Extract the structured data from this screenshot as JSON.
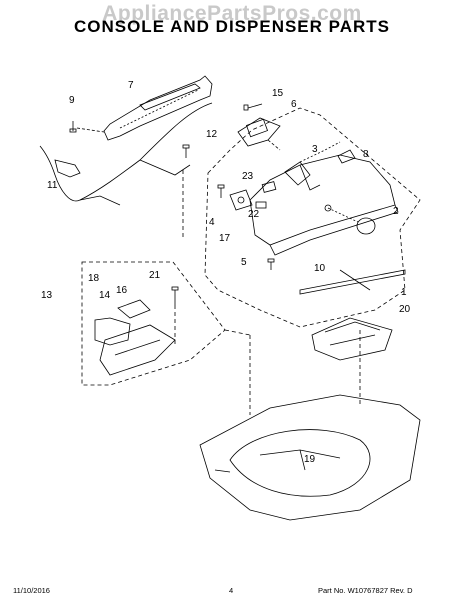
{
  "watermark": "AppliancePartsPros.com",
  "title": "CONSOLE AND DISPENSER PARTS",
  "callouts": {
    "c1": "1",
    "c2": "2",
    "c3": "3",
    "c4": "4",
    "c5": "5",
    "c6": "6",
    "c7": "7",
    "c8": "8",
    "c9": "9",
    "c10": "10",
    "c11": "11",
    "c12": "12",
    "c13": "13",
    "c14": "14",
    "c15": "15",
    "c16": "16",
    "c17": "17",
    "c18": "18",
    "c19": "19",
    "c20": "20",
    "c21": "21",
    "c22": "22",
    "c23": "23"
  },
  "footer": {
    "date": "11/10/2016",
    "page": "4",
    "part_no": "Part No.  W10767827  Rev. D"
  }
}
